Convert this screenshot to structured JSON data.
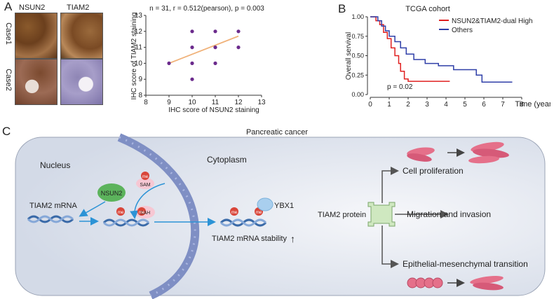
{
  "panelA": {
    "letter": "A",
    "col_labels": [
      "NSUN2",
      "TIAM2"
    ],
    "row_labels": [
      "Case1",
      "Case2"
    ]
  },
  "chart_data": [
    {
      "type": "scatter",
      "title": "n = 31, r = 0.512(pearson), p = 0.003",
      "xlabel": "IHC score of NSUN2 staining",
      "ylabel": "IHC score of TIAM2 staining",
      "xlim": [
        8,
        13
      ],
      "ylim": [
        8,
        13
      ],
      "xticks": [
        8,
        9,
        10,
        11,
        12,
        13
      ],
      "yticks": [
        8,
        9,
        10,
        11,
        12,
        13
      ],
      "points": [
        [
          9,
          10
        ],
        [
          10,
          9
        ],
        [
          10,
          10
        ],
        [
          10,
          11
        ],
        [
          10,
          12
        ],
        [
          11,
          10
        ],
        [
          11,
          11
        ],
        [
          11,
          12
        ],
        [
          12,
          11
        ],
        [
          12,
          12
        ]
      ],
      "fit_line": [
        [
          9,
          10
        ],
        [
          12,
          11.7
        ]
      ],
      "point_color": "#6b2a8c",
      "line_color": "#f0b27a"
    },
    {
      "type": "line",
      "letter": "B",
      "title": "TCGA cohort",
      "xlabel": "Time (years)",
      "ylabel": "Overall servival",
      "xlim": [
        0,
        8
      ],
      "ylim": [
        0,
        1
      ],
      "xticks": [
        0,
        1,
        2,
        3,
        4,
        5,
        6,
        7,
        8
      ],
      "yticks": [
        "0.00",
        "0.25",
        "0.50",
        "0.75",
        "1.00"
      ],
      "annotation": "p = 0.02",
      "series": [
        {
          "name": "NSUN2&TIAM2-dual High",
          "color": "#e02020",
          "steps": [
            [
              0,
              1.0
            ],
            [
              0.3,
              1.0
            ],
            [
              0.3,
              0.95
            ],
            [
              0.5,
              0.95
            ],
            [
              0.5,
              0.9
            ],
            [
              0.7,
              0.9
            ],
            [
              0.7,
              0.8
            ],
            [
              0.9,
              0.8
            ],
            [
              0.9,
              0.72
            ],
            [
              1.1,
              0.72
            ],
            [
              1.1,
              0.6
            ],
            [
              1.3,
              0.6
            ],
            [
              1.3,
              0.5
            ],
            [
              1.5,
              0.5
            ],
            [
              1.5,
              0.4
            ],
            [
              1.6,
              0.4
            ],
            [
              1.6,
              0.3
            ],
            [
              1.8,
              0.3
            ],
            [
              1.8,
              0.2
            ],
            [
              2.0,
              0.2
            ],
            [
              2.0,
              0.17
            ],
            [
              4.2,
              0.17
            ]
          ]
        },
        {
          "name": "Others",
          "color": "#2f3fa8",
          "steps": [
            [
              0,
              1.0
            ],
            [
              0.4,
              1.0
            ],
            [
              0.4,
              0.95
            ],
            [
              0.6,
              0.95
            ],
            [
              0.6,
              0.88
            ],
            [
              0.8,
              0.88
            ],
            [
              0.8,
              0.82
            ],
            [
              1.0,
              0.82
            ],
            [
              1.0,
              0.75
            ],
            [
              1.3,
              0.75
            ],
            [
              1.3,
              0.68
            ],
            [
              1.6,
              0.68
            ],
            [
              1.6,
              0.6
            ],
            [
              1.9,
              0.6
            ],
            [
              1.9,
              0.52
            ],
            [
              2.3,
              0.52
            ],
            [
              2.3,
              0.45
            ],
            [
              2.9,
              0.45
            ],
            [
              2.9,
              0.4
            ],
            [
              3.6,
              0.4
            ],
            [
              3.6,
              0.37
            ],
            [
              4.4,
              0.37
            ],
            [
              4.4,
              0.32
            ],
            [
              5.6,
              0.32
            ],
            [
              5.6,
              0.25
            ],
            [
              5.9,
              0.25
            ],
            [
              5.9,
              0.16
            ],
            [
              7.5,
              0.16
            ]
          ]
        }
      ]
    }
  ],
  "panelC": {
    "letter": "C",
    "title": "Pancreatic cancer",
    "nucleus": "Nucleus",
    "cytoplasm": "Cytoplasm",
    "nsun2": "NSUN2",
    "sam": "SAM",
    "sah": "SAH",
    "me": "me",
    "tiam2_mrna": "TIAM2 mRNA",
    "ybx1": "YBX1",
    "stability": "TIAM2 mRNA stability",
    "up_arrow": "↑",
    "protein": "TIAM2 protein",
    "outcomes": [
      "Cell proliferation",
      "Migration and invasion",
      "Epithelial-mesenchymal transition"
    ],
    "colors": {
      "cell_bg": "#dde3ee",
      "nuclear_envelope": "#7f8fc4",
      "nsun2": "#5cb35c",
      "me_mark": "#d9463a",
      "ybx1": "#a9cfee",
      "protein": "#cfe8c0",
      "arrow_blue": "#2c93d6",
      "cells_pink": "#e5708a"
    }
  }
}
